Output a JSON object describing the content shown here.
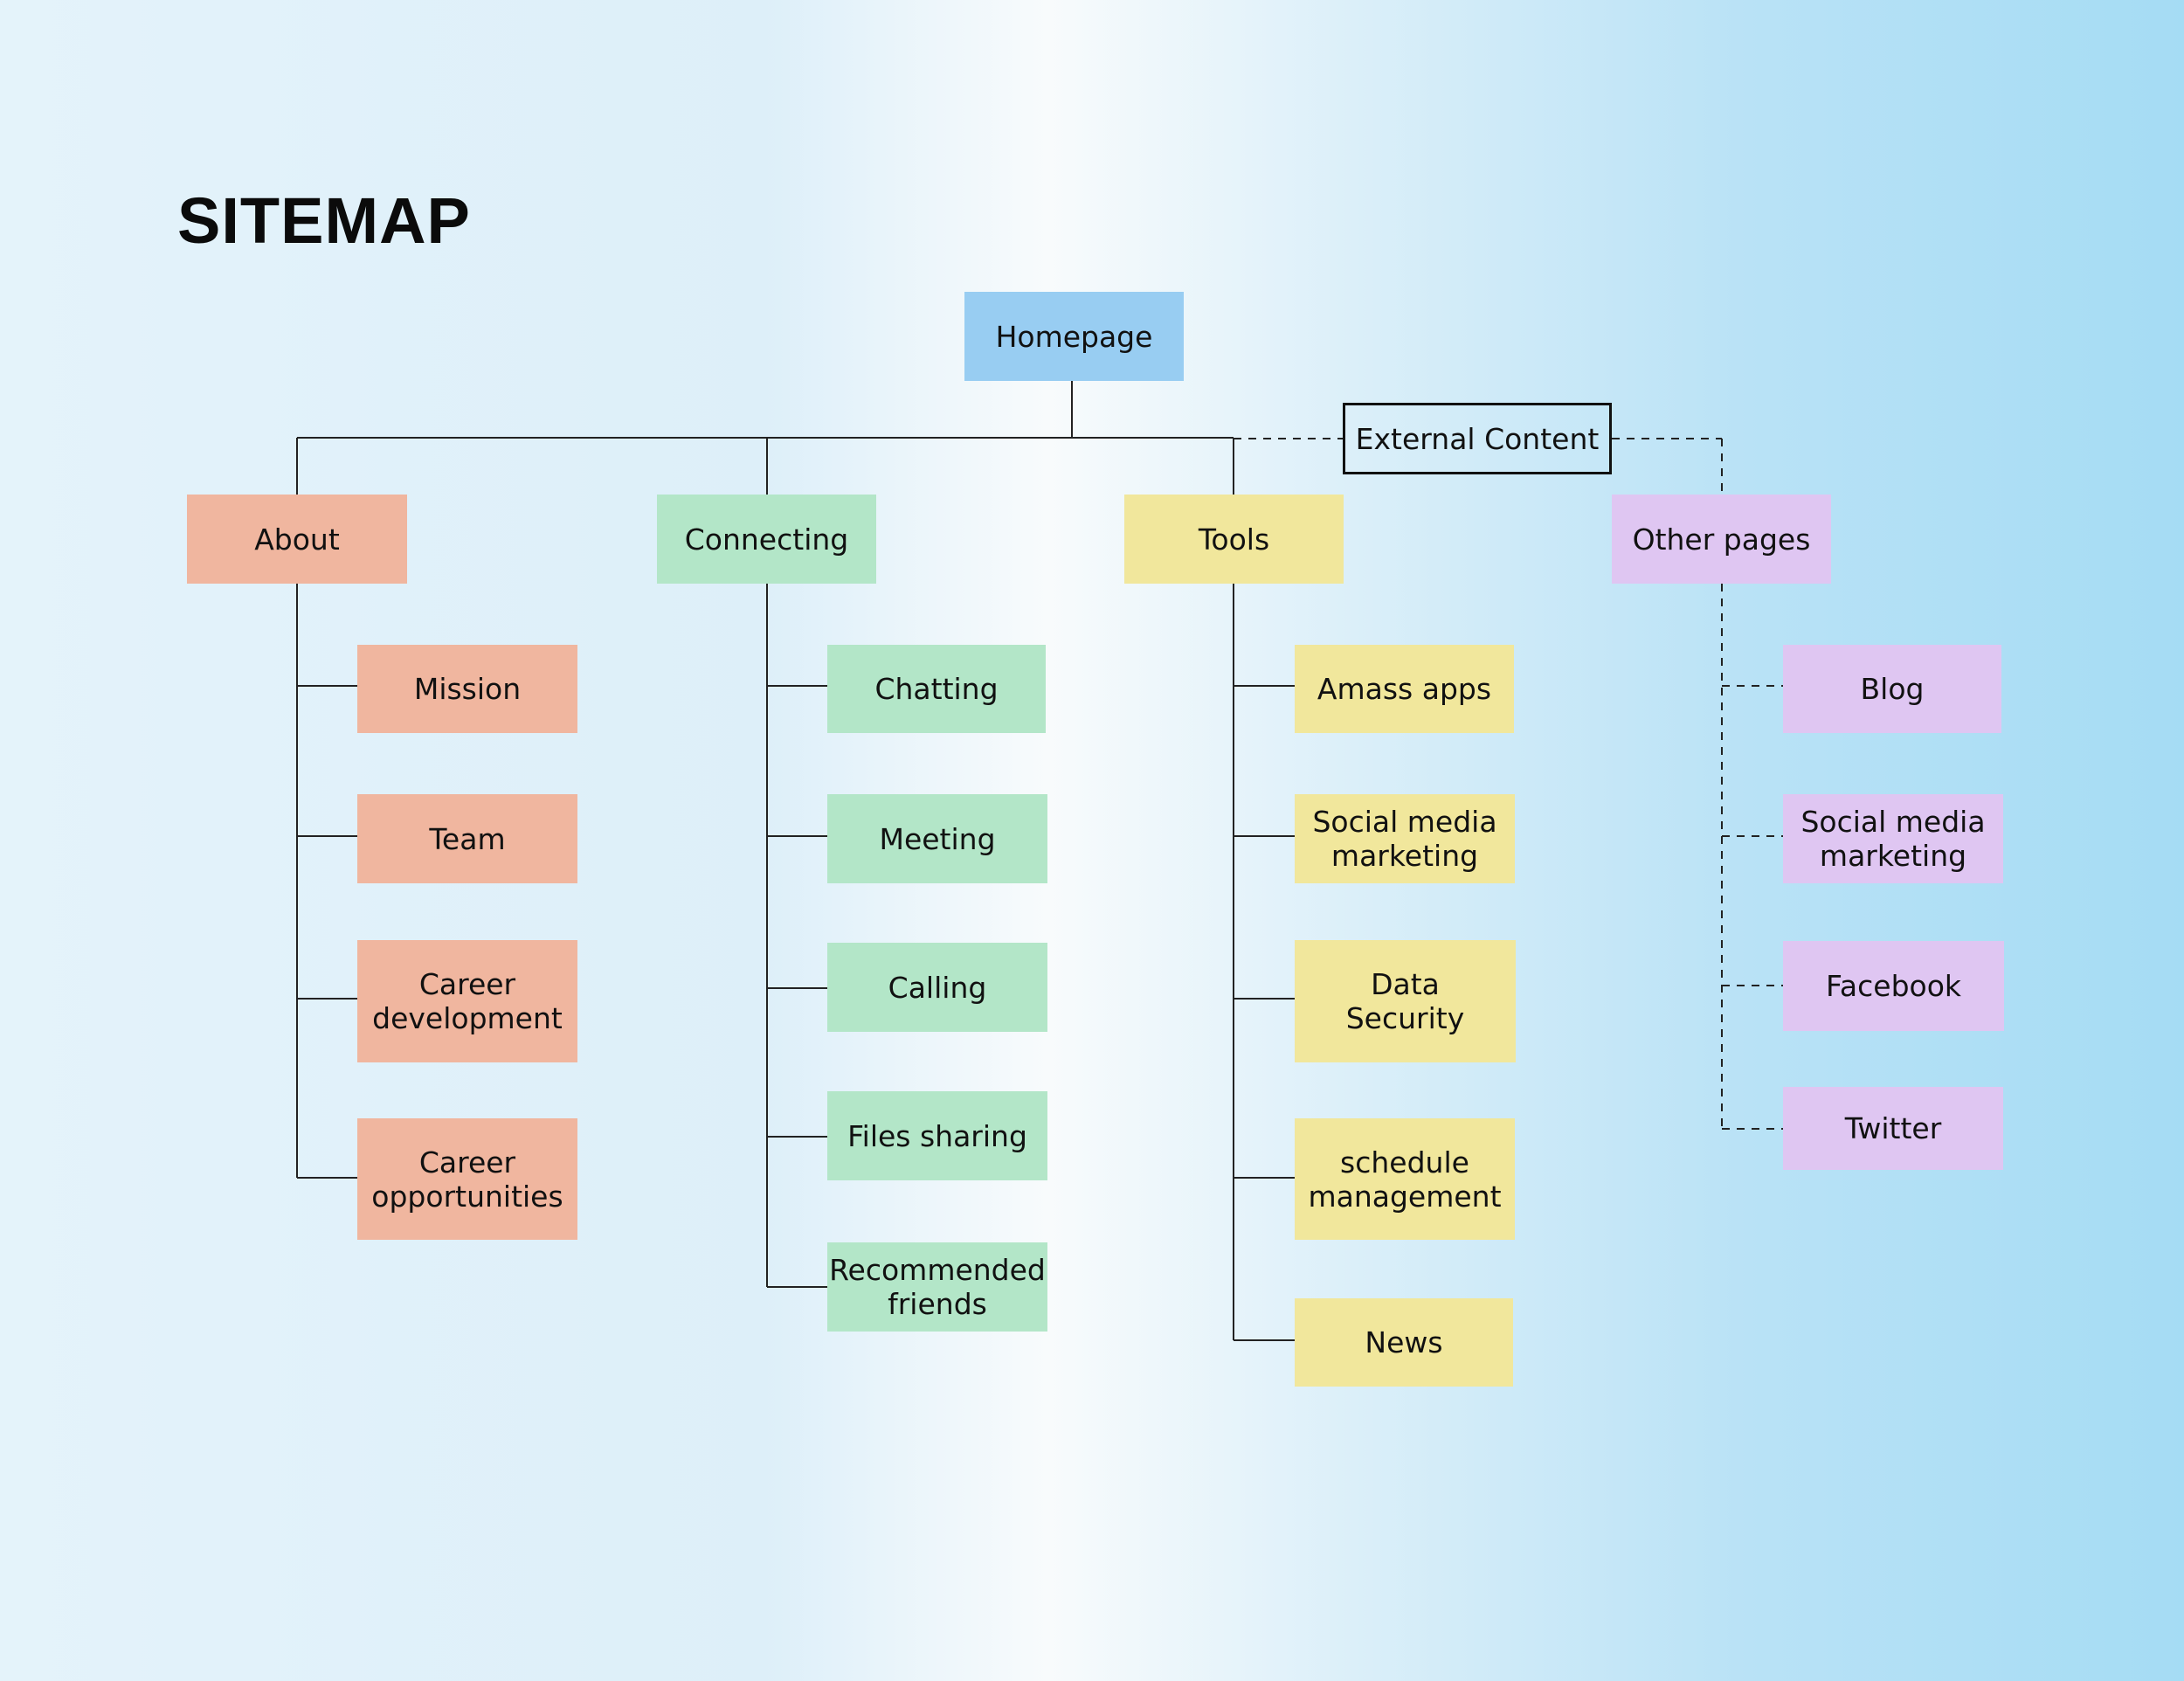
{
  "title": "SITEMAP",
  "colors": {
    "homepage": "#98cdf2",
    "about": "#f0b69f",
    "connecting": "#b3e6c8",
    "tools": "#f1e79c",
    "other_pages": "#dfc6f2",
    "line": "#222222"
  },
  "root": {
    "label": "Homepage"
  },
  "external": {
    "label": "External Content"
  },
  "branches": [
    {
      "label": "About",
      "color": "#f0b69f",
      "children": [
        "Mission",
        "Team",
        "Career\ndevelopment",
        "Career\nopportunities"
      ]
    },
    {
      "label": "Connecting",
      "color": "#b3e6c8",
      "children": [
        "Chatting",
        "Meeting",
        "Calling",
        "Files sharing",
        "Recommended\nfriends"
      ]
    },
    {
      "label": "Tools",
      "color": "#f1e79c",
      "children": [
        "Amass apps",
        "Social media\nmarketing",
        "Data\nSecurity",
        "schedule\nmanagement",
        "News"
      ]
    },
    {
      "label": "Other pages",
      "color": "#dfc6f2",
      "dashed": true,
      "children": [
        "Blog",
        "Social media\nmarketing",
        "Facebook",
        "Twitter"
      ]
    }
  ]
}
